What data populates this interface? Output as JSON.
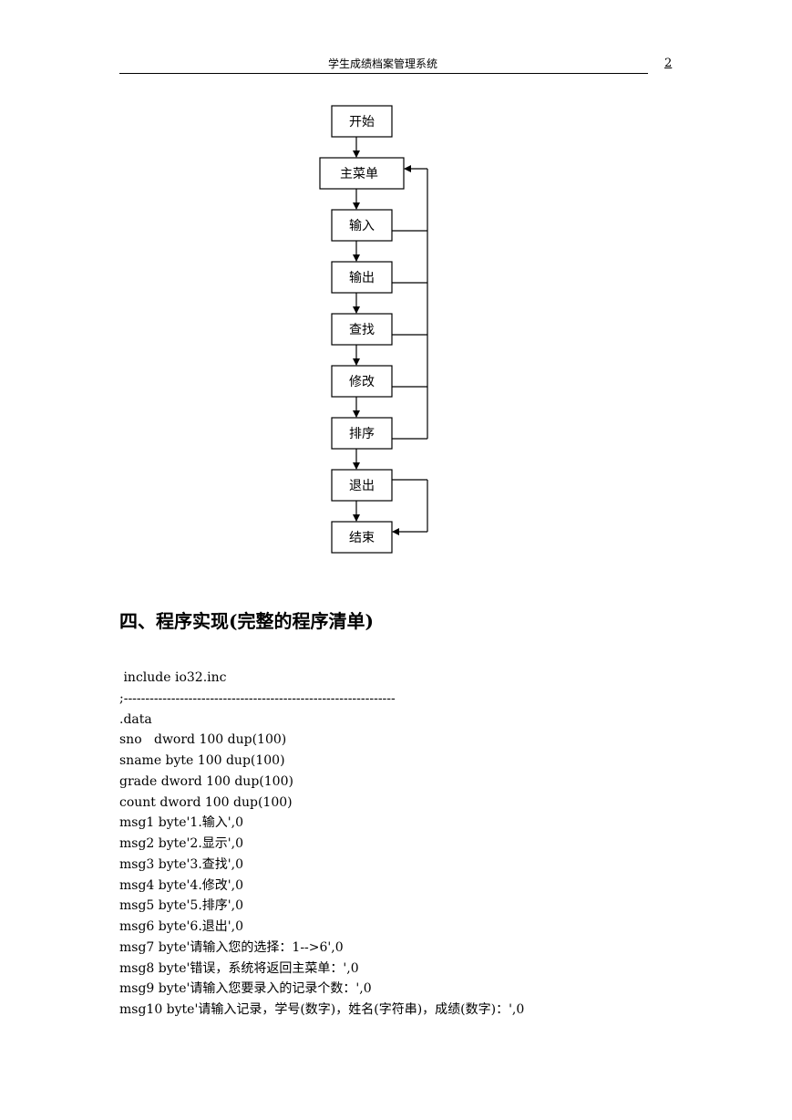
{
  "header": {
    "title": "学生成绩档案管理系统",
    "page_number": "2"
  },
  "flowchart": {
    "nodes": [
      "开始",
      "主菜单",
      "输入",
      "输出",
      "查找",
      "修改",
      "排序",
      "退出",
      "结束"
    ]
  },
  "section": {
    "heading": "四、程序实现(完整的程序清单)"
  },
  "code": [
    " include io32.inc",
    ";---------------------------------------------------------------",
    ".data",
    "sno   dword 100 dup(100)",
    "sname byte 100 dup(100)",
    "grade dword 100 dup(100)",
    "count dword 100 dup(100)",
    "msg1 byte'1.输入',0",
    "msg2 byte'2.显示',0",
    "msg3 byte'3.查找',0",
    "msg4 byte'4.修改',0",
    "msg5 byte'5.排序',0",
    "msg6 byte'6.退出',0",
    "msg7 byte'请输入您的选择：1-->6',0",
    "msg8 byte'错误，系统将返回主菜单：',0",
    "msg9 byte'请输入您要录入的记录个数：',0",
    "msg10 byte'请输入记录，学号(数字)，姓名(字符串)，成绩(数字)：',0"
  ]
}
